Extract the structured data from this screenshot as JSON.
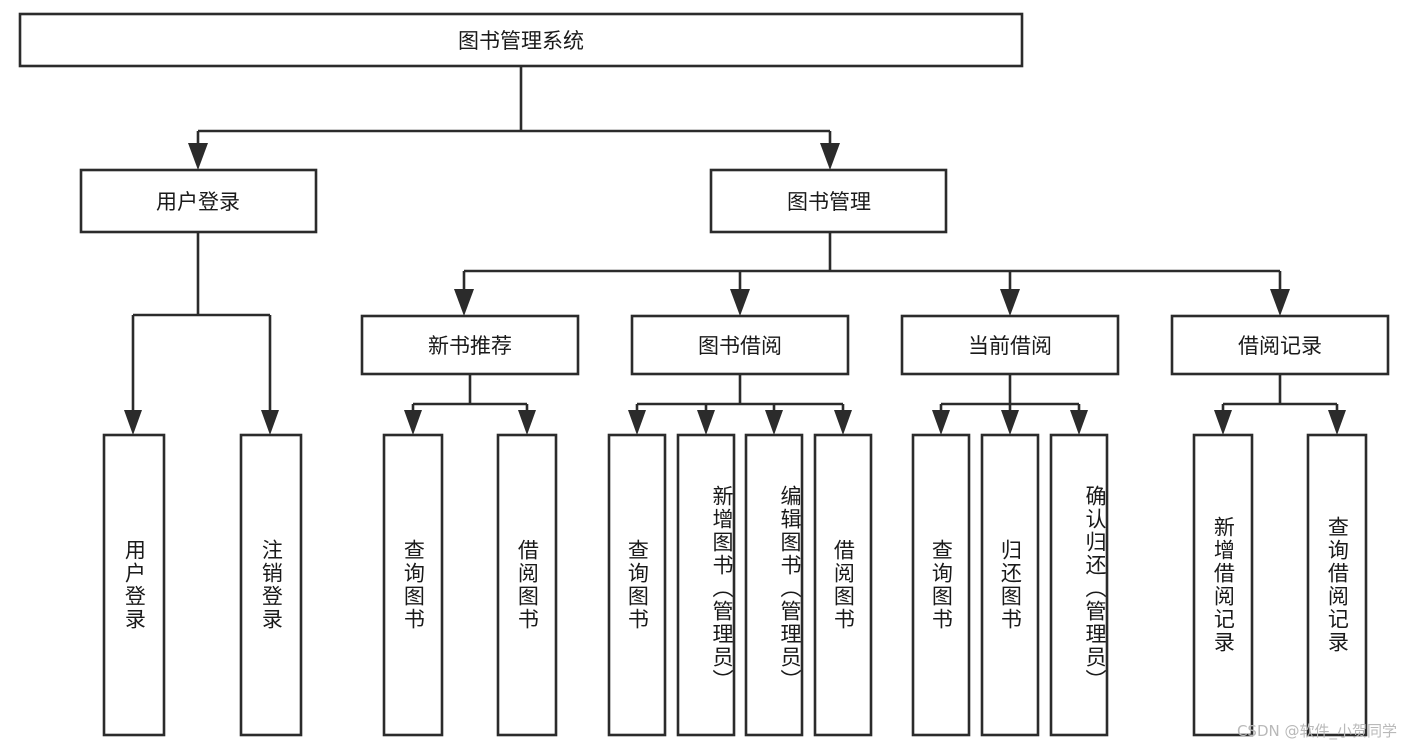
{
  "diagram": {
    "type": "tree-hierarchy-chart",
    "title": "图书管理系统",
    "background_color": "#ffffff",
    "line_color": "#2b2b2b",
    "text_color": "#1a1a1a",
    "levels": {
      "level1": {
        "label": "图书管理系统"
      },
      "level2": [
        {
          "label": "用户登录"
        },
        {
          "label": "图书管理"
        }
      ],
      "level3": [
        {
          "label": "新书推荐"
        },
        {
          "label": "图书借阅"
        },
        {
          "label": "当前借阅"
        },
        {
          "label": "借阅记录"
        }
      ],
      "level4": {
        "user_login": [
          {
            "label": "用户登录"
          },
          {
            "label": "注销登录"
          }
        ],
        "new_book_recommend": [
          {
            "label": "查询图书"
          },
          {
            "label": "借阅图书"
          }
        ],
        "book_borrow": [
          {
            "label": "查询图书"
          },
          {
            "label": "新增图书（管理员）"
          },
          {
            "label": "编辑图书（管理员）"
          },
          {
            "label": "借阅图书"
          }
        ],
        "current_borrow": [
          {
            "label": "查询图书"
          },
          {
            "label": "归还图书"
          },
          {
            "label": "确认归还（管理员）"
          }
        ],
        "borrow_record": [
          {
            "label": "新增借阅记录"
          },
          {
            "label": "查询借阅记录"
          }
        ]
      }
    }
  },
  "watermark": {
    "text": "CSDN @软件_小贺同学"
  }
}
